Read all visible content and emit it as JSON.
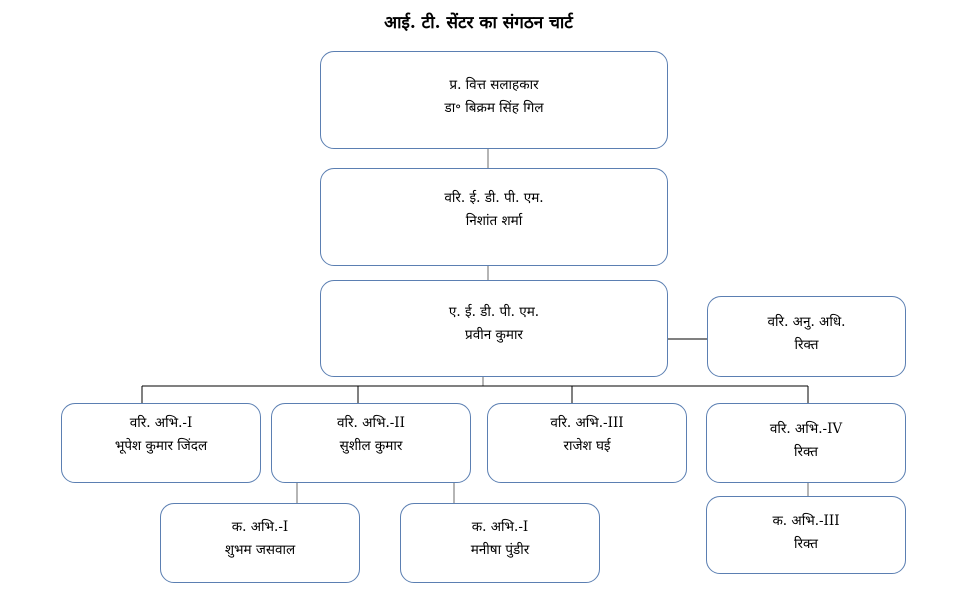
{
  "title": "आई.  टी.  सेंटर का संगठन चार्ट",
  "nodes": {
    "pfa": {
      "role": "प्र.   वित्त सलाहकार",
      "name": "डा॰ बिक्रम सिंह गिल"
    },
    "sedpm": {
      "role": "वरि.  ई.  डी.  पी.  एम.",
      "name": "निशांत शर्मा"
    },
    "aedpm": {
      "role": "ए.  ई.  डी.  पी.  एम.",
      "name": "प्रवीन कुमार"
    },
    "sso": {
      "role": "वरि. अनु. अधि.",
      "name": "रिक्त"
    },
    "se1": {
      "role": "वरि.  अभि.-I",
      "name": "भूपेश कुमार जिंदल"
    },
    "se2": {
      "role": "वरि.  अभि.-II",
      "name": "सुशील कुमार"
    },
    "se3": {
      "role": "वरि.  अभि.-III",
      "name": "राजेश घई"
    },
    "se4": {
      "role": "वरि.  अभि.-IV",
      "name": "रिक्त"
    },
    "je1": {
      "role": "क.   अभि.-I",
      "name": "शुभम जसवाल"
    },
    "je2": {
      "role": "क.   अभि.-I",
      "name": "मनीषा पुंडीर"
    },
    "je3": {
      "role": "क. अभि.-III",
      "name": "रिक्त"
    }
  },
  "colors": {
    "border": "#5b7fb2",
    "connector": "#6b6b6b"
  }
}
